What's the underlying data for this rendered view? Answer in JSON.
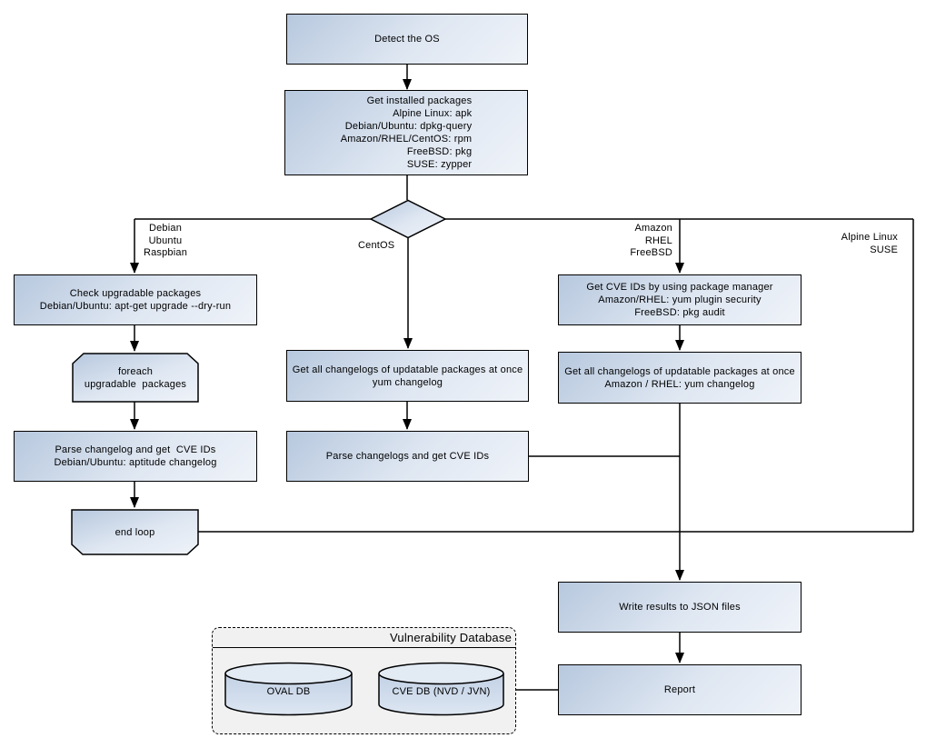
{
  "diagram": {
    "nodes": {
      "detect_os": "Detect the OS",
      "get_installed_packages": "Get installed packages\nAlpine Linux: apk\nDebian/Ubuntu: dpkg-query\nAmazon/RHEL/CentOS: rpm\nFreeBSD: pkg\nSUSE: zypper",
      "check_upgradable": "Check upgradable packages\nDebian/Ubuntu: apt-get upgrade --dry-run",
      "foreach_loop": "foreach\nupgradable  packages",
      "parse_changelog_left": "Parse changelog and get  CVE IDs\nDebian/Ubuntu: aptitude changelog",
      "end_loop": "end loop",
      "get_changelogs_centos": "Get all changelogs of updatable packages at once\nyum changelog",
      "parse_changelogs_centos": "Parse changelogs and get CVE IDs",
      "get_cve_ids_pkg_mgr": "Get CVE IDs by using package manager\nAmazon/RHEL: yum plugin security\nFreeBSD: pkg audit",
      "get_changelogs_amazon": "Get all changelogs of updatable packages at once\nAmazon / RHEL: yum changelog",
      "write_results": "Write results to JSON files",
      "report": "Report"
    },
    "branch_labels": {
      "left": "Debian\nUbuntu\nRaspbian",
      "centos": "CentOS",
      "right": "Amazon\nRHEL\nFreeBSD",
      "far_right": "Alpine Linux\nSUSE"
    },
    "database": {
      "title": "Vulnerability Database",
      "oval_db": "OVAL DB",
      "cve_db": "CVE DB (NVD / JVN)"
    },
    "colors": {
      "node_gradient_start": "#b7c8de",
      "node_gradient_end": "#eff3f9",
      "stroke": "#000000",
      "group_background": "#f1f1f1"
    }
  }
}
